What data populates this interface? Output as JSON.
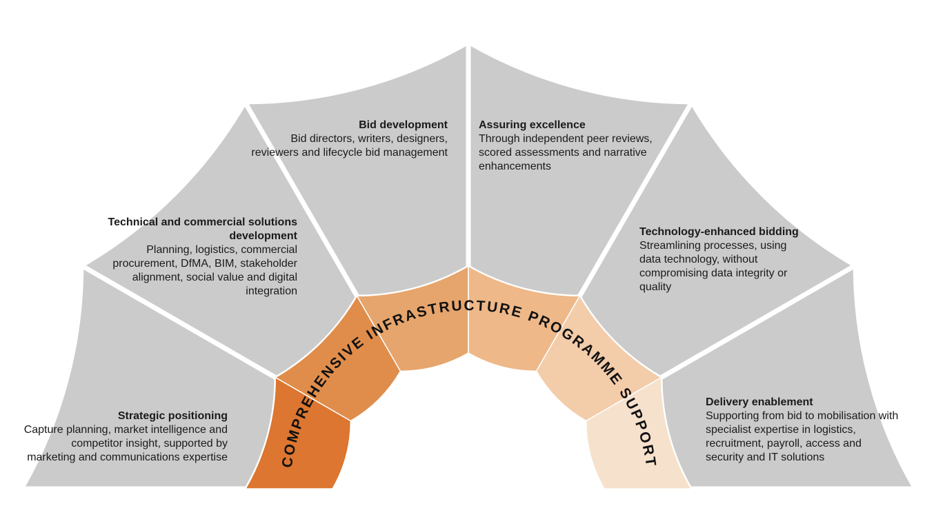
{
  "ring_label": "COMPREHENSIVE INFRASTRUCTURE PROGRAMME SUPPORT",
  "colors": {
    "sector": "#cbcbcb",
    "divider": "#ffffff",
    "ring": [
      "#dc7630",
      "#e08d4b",
      "#e6a56c",
      "#eeb888",
      "#f3ccaa",
      "#f6e1cc"
    ]
  },
  "segments": [
    {
      "title": "Strategic positioning",
      "body": "Capture planning, market intelligence and competitor insight, supported by marketing and communications expertise"
    },
    {
      "title": "Technical and commercial solutions development",
      "body": "Planning, logistics, commercial procurement, DfMA, BIM, stakeholder alignment, social value and digital integration"
    },
    {
      "title": "Bid development",
      "body": "Bid directors, writers, designers, reviewers and lifecycle bid management"
    },
    {
      "title": "Assuring excellence",
      "body": "Through independent peer reviews, scored assessments and narrative enhancements"
    },
    {
      "title": "Technology-enhanced bidding",
      "body": "Streamlining processes, using data technology, without compromising data integrity or quality"
    },
    {
      "title": "Delivery enablement",
      "body": "Supporting from bid to mobilisation with specialist expertise in logistics, recruitment, payroll, access and security and IT solutions"
    }
  ]
}
